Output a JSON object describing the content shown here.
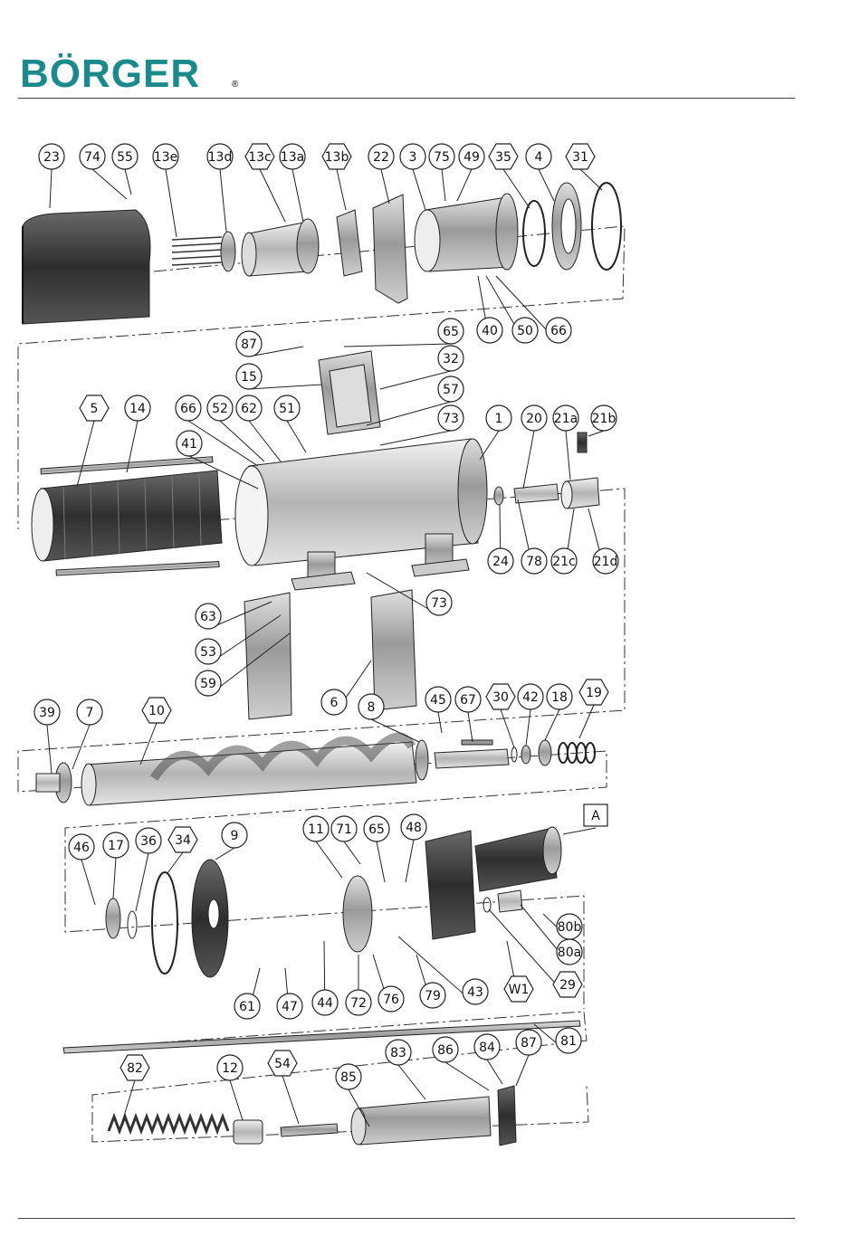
{
  "brand": {
    "name": "BÖRGER",
    "registered_mark": "®",
    "color": "#1a8a8c"
  },
  "callouts": [
    {
      "label": "23",
      "shape": "circle"
    },
    {
      "label": "74",
      "shape": "circle"
    },
    {
      "label": "55",
      "shape": "circle"
    },
    {
      "label": "13e",
      "shape": "circle"
    },
    {
      "label": "13d",
      "shape": "circle"
    },
    {
      "label": "13c",
      "shape": "hexagon"
    },
    {
      "label": "13a",
      "shape": "circle"
    },
    {
      "label": "13b",
      "shape": "hexagon"
    },
    {
      "label": "22",
      "shape": "circle"
    },
    {
      "label": "3",
      "shape": "circle"
    },
    {
      "label": "75",
      "shape": "circle"
    },
    {
      "label": "49",
      "shape": "circle"
    },
    {
      "label": "35",
      "shape": "hexagon"
    },
    {
      "label": "4",
      "shape": "circle"
    },
    {
      "label": "31",
      "shape": "hexagon"
    },
    {
      "label": "40",
      "shape": "circle"
    },
    {
      "label": "50",
      "shape": "circle"
    },
    {
      "label": "66",
      "shape": "circle"
    },
    {
      "label": "87",
      "shape": "circle"
    },
    {
      "label": "65",
      "shape": "circle"
    },
    {
      "label": "15",
      "shape": "circle"
    },
    {
      "label": "32",
      "shape": "circle"
    },
    {
      "label": "57",
      "shape": "circle"
    },
    {
      "label": "5",
      "shape": "hexagon"
    },
    {
      "label": "14",
      "shape": "circle"
    },
    {
      "label": "66",
      "shape": "circle"
    },
    {
      "label": "52",
      "shape": "circle"
    },
    {
      "label": "62",
      "shape": "circle"
    },
    {
      "label": "51",
      "shape": "circle"
    },
    {
      "label": "73",
      "shape": "circle"
    },
    {
      "label": "1",
      "shape": "circle"
    },
    {
      "label": "20",
      "shape": "circle"
    },
    {
      "label": "21a",
      "shape": "circle"
    },
    {
      "label": "21b",
      "shape": "circle"
    },
    {
      "label": "41",
      "shape": "circle"
    },
    {
      "label": "24",
      "shape": "circle"
    },
    {
      "label": "78",
      "shape": "circle"
    },
    {
      "label": "21c",
      "shape": "circle"
    },
    {
      "label": "21d",
      "shape": "circle"
    },
    {
      "label": "73",
      "shape": "circle"
    },
    {
      "label": "63",
      "shape": "circle"
    },
    {
      "label": "53",
      "shape": "circle"
    },
    {
      "label": "59",
      "shape": "circle"
    },
    {
      "label": "6",
      "shape": "circle"
    },
    {
      "label": "39",
      "shape": "circle"
    },
    {
      "label": "7",
      "shape": "circle"
    },
    {
      "label": "10",
      "shape": "hexagon"
    },
    {
      "label": "8",
      "shape": "circle"
    },
    {
      "label": "45",
      "shape": "circle"
    },
    {
      "label": "67",
      "shape": "circle"
    },
    {
      "label": "30",
      "shape": "hexagon"
    },
    {
      "label": "42",
      "shape": "circle"
    },
    {
      "label": "18",
      "shape": "circle"
    },
    {
      "label": "19",
      "shape": "hexagon"
    },
    {
      "label": "A",
      "shape": "box"
    },
    {
      "label": "46",
      "shape": "circle"
    },
    {
      "label": "17",
      "shape": "circle"
    },
    {
      "label": "36",
      "shape": "circle"
    },
    {
      "label": "34",
      "shape": "hexagon"
    },
    {
      "label": "9",
      "shape": "circle"
    },
    {
      "label": "11",
      "shape": "circle"
    },
    {
      "label": "71",
      "shape": "circle"
    },
    {
      "label": "65",
      "shape": "circle"
    },
    {
      "label": "48",
      "shape": "circle"
    },
    {
      "label": "80b",
      "shape": "circle"
    },
    {
      "label": "80a",
      "shape": "circle"
    },
    {
      "label": "29",
      "shape": "hexagon"
    },
    {
      "label": "W1",
      "shape": "hexagon"
    },
    {
      "label": "61",
      "shape": "circle"
    },
    {
      "label": "47",
      "shape": "circle"
    },
    {
      "label": "44",
      "shape": "circle"
    },
    {
      "label": "72",
      "shape": "circle"
    },
    {
      "label": "76",
      "shape": "circle"
    },
    {
      "label": "79",
      "shape": "circle"
    },
    {
      "label": "43",
      "shape": "circle"
    },
    {
      "label": "81",
      "shape": "circle"
    },
    {
      "label": "82",
      "shape": "hexagon"
    },
    {
      "label": "12",
      "shape": "circle"
    },
    {
      "label": "54",
      "shape": "hexagon"
    },
    {
      "label": "85",
      "shape": "circle"
    },
    {
      "label": "83",
      "shape": "circle"
    },
    {
      "label": "86",
      "shape": "circle"
    },
    {
      "label": "84",
      "shape": "circle"
    },
    {
      "label": "87",
      "shape": "circle"
    }
  ],
  "colors": {
    "part_dark": "#3c3c3c",
    "part_mid": "#8a8a8a",
    "part_light": "#c8c8c8",
    "line": "#222222"
  }
}
